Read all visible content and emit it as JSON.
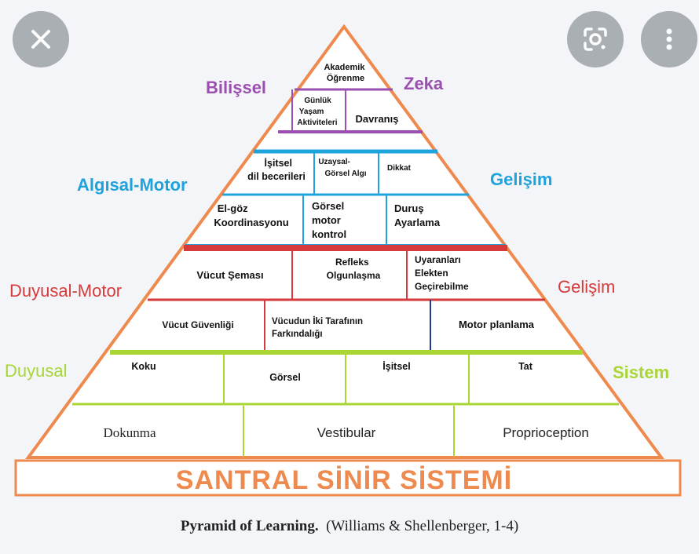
{
  "controls": {
    "close_icon": "close-icon",
    "lens_icon": "lens-icon",
    "more_icon": "more-vertical-icon"
  },
  "colors": {
    "outline": "#ef8a4e",
    "cognitive": "#9b4fb0",
    "perceptual_motor": "#1fa3dc",
    "sensory_motor": "#d63a3a",
    "sensory": "#a9d635",
    "navy_divider": "#1f3a93"
  },
  "side_labels": {
    "bilissel": "Bilişsel",
    "zeka": "Zeka",
    "algisal_motor": "Algısal-Motor",
    "gelisim_1": "Gelişim",
    "duyusal_motor": "Duyusal-Motor",
    "gelisim_2": "Gelişim",
    "duyusal": "Duyusal",
    "sistem": "Sistem"
  },
  "levels": {
    "cognitive_top": [
      "Akademik",
      "Öğrenme"
    ],
    "cognitive_row2": {
      "left": [
        "Günlük",
        "Yaşam",
        "Aktiviteleri"
      ],
      "right": "Davranış"
    },
    "perceptual_row1": {
      "a": [
        "İşitsel",
        "dil becerileri"
      ],
      "b": [
        "Uzaysal-",
        "Görsel Algı"
      ],
      "c": "Dikkat"
    },
    "perceptual_row2": {
      "a": [
        "El-göz",
        "Koordinasyonu"
      ],
      "b": [
        "Görsel",
        "motor",
        "kontrol"
      ],
      "c": [
        "Duruş",
        "Ayarlama"
      ]
    },
    "sensorymotor_row1": {
      "a": "Vücut Şeması",
      "b": [
        "Refleks",
        "Olgunlaşma"
      ],
      "c": [
        "Uyaranları",
        "Elekten",
        "Geçirebilme"
      ]
    },
    "sensorymotor_row2": {
      "a": "Vücut Güvenliği",
      "b": [
        "Vücudun İki Tarafının",
        "Farkındalığı"
      ],
      "c": "Motor planlama"
    },
    "sensory_row1": {
      "a": "Koku",
      "b": "Görsel",
      "c": "İşitsel",
      "d": "Tat"
    },
    "sensory_row2": {
      "a": "Dokunma",
      "b": "Vestibular",
      "c": "Proprioception"
    },
    "base": "SANTRAL SİNİR SİSTEMİ"
  },
  "caption": {
    "title": "Pyramid of Learning.",
    "source": "(Williams & Shellenberger, 1-4)"
  }
}
